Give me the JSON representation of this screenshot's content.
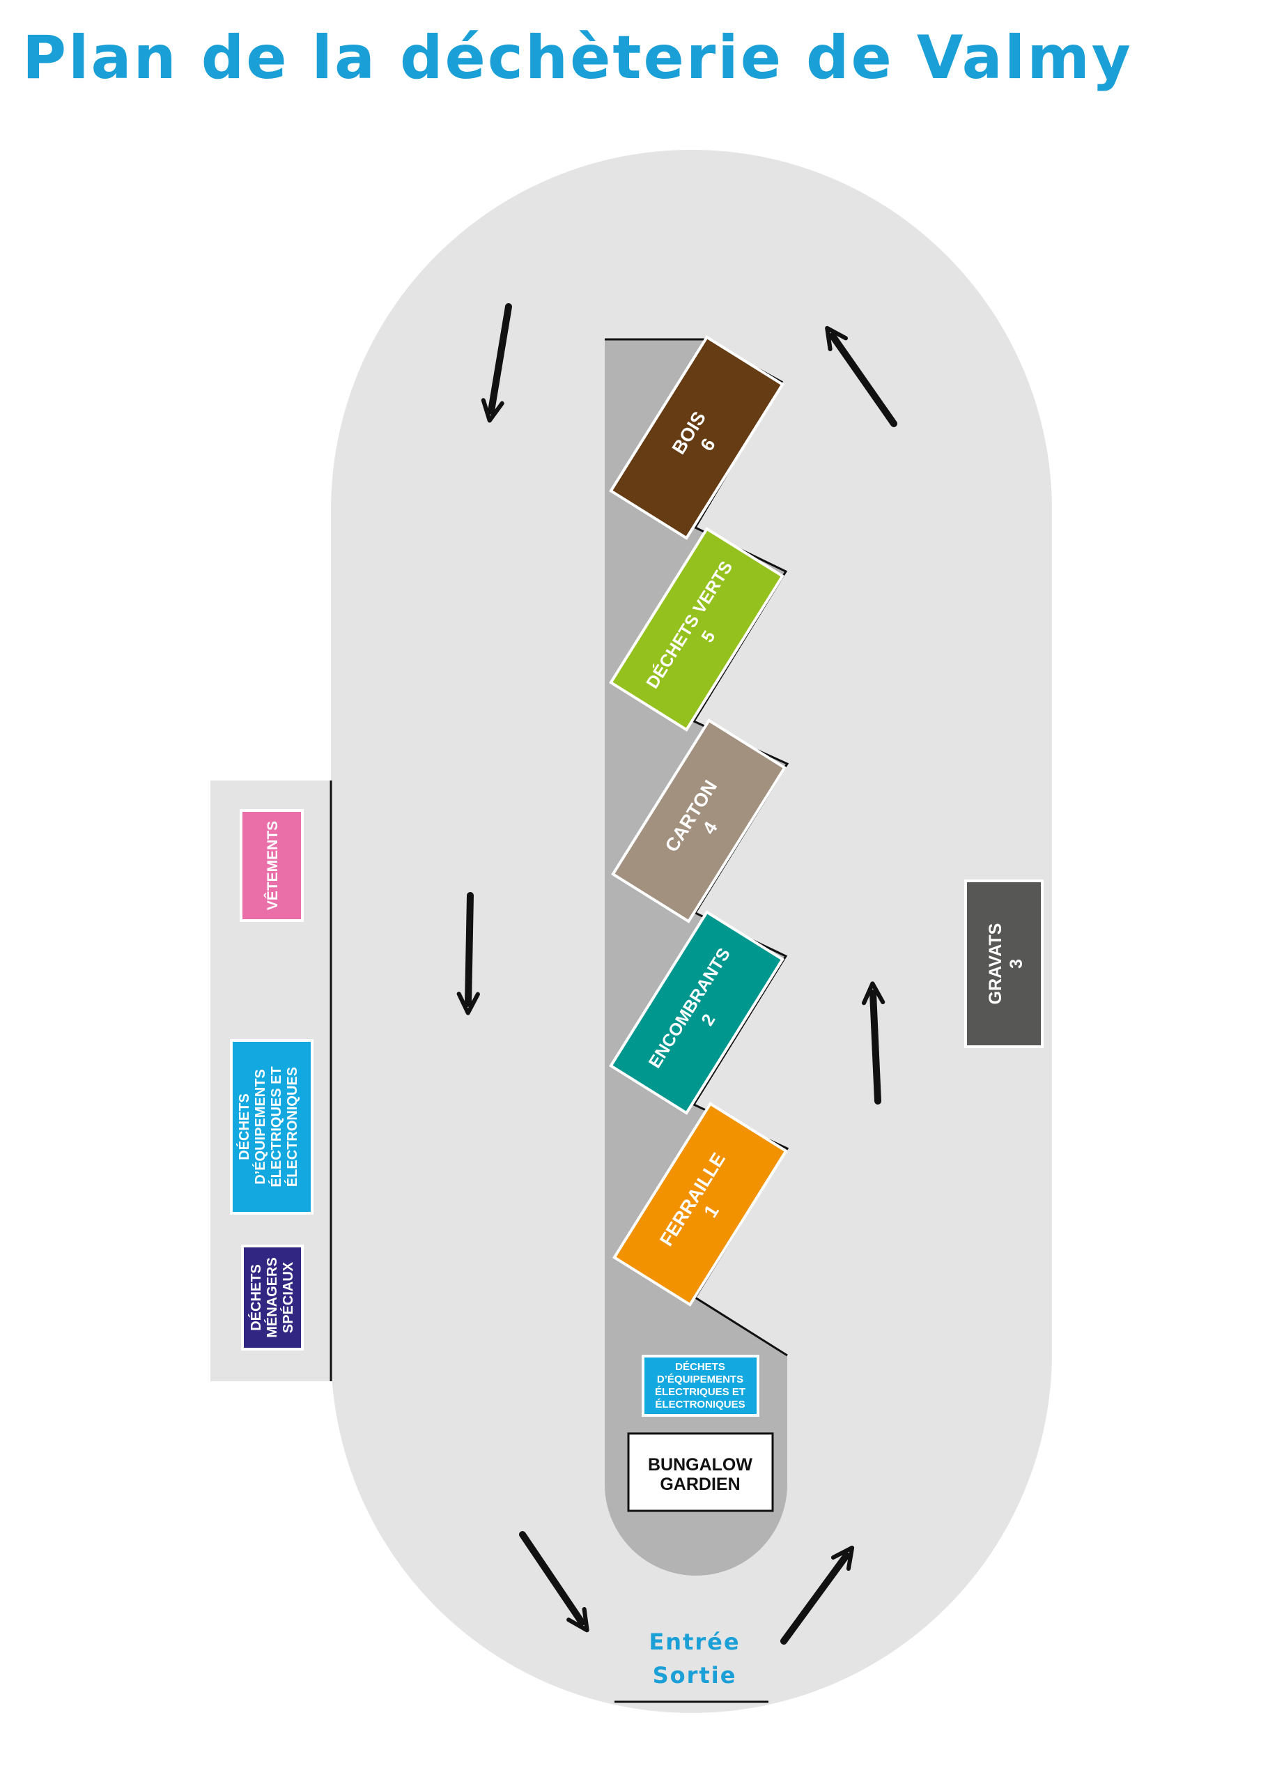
{
  "title": "Plan de la déchèterie de Valmy",
  "colors": {
    "title": "#1a9fd6",
    "track": "#e4e4e4",
    "island": "#b3b3b3",
    "bois": "#663c14",
    "dechets_verts": "#95c11f",
    "carton": "#a39180",
    "encombrants": "#00978f",
    "ferraille": "#f39200",
    "gravats": "#575756",
    "vetements": "#ea6ea7",
    "deee": "#14a8e0",
    "dms": "#312783"
  },
  "bays": {
    "bois": {
      "name": "BOIS",
      "number": "6"
    },
    "dechets_verts": {
      "name": "DÉCHETS VERTS",
      "number": "5"
    },
    "carton": {
      "name": "CARTON",
      "number": "4"
    },
    "encombrants": {
      "name": "ENCOMBRANTS",
      "number": "2"
    },
    "ferraille": {
      "name": "FERRAILLE",
      "number": "1"
    }
  },
  "gravats": {
    "name": "GRAVATS",
    "number": "3"
  },
  "side_containers": {
    "vetements": "VÊTEMENTS",
    "deee": [
      "DÉCHETS",
      "D’ÉQUIPEMENTS",
      "ÉLECTRIQUES ET",
      "ÉLECTRONIQUES"
    ],
    "dms": [
      "DÉCHETS",
      "MÉNAGERS",
      "SPÉCIAUX"
    ]
  },
  "island_deee": [
    "DÉCHETS",
    "D’ÉQUIPEMENTS",
    "ÉLECTRIQUES ET",
    "ÉLECTRONIQUES"
  ],
  "bungalow": [
    "BUNGALOW",
    "GARDIEN"
  ],
  "entrance": {
    "line1": "Entrée",
    "line2": "Sortie"
  },
  "arrow_icons": [
    "arrow-down-icon",
    "arrow-up-icon",
    "arrow-down-right-icon",
    "arrow-up-right-icon"
  ]
}
